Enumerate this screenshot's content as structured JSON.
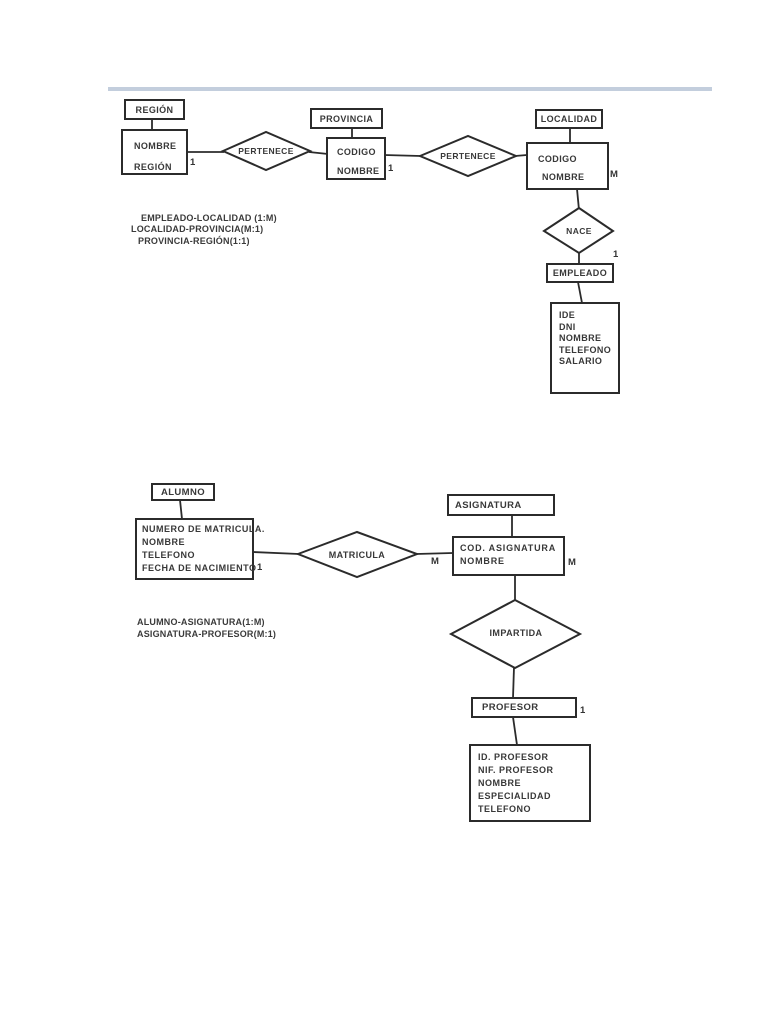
{
  "document": {
    "divider_color": "#c3cedd"
  },
  "diagram1": {
    "entities": {
      "region": {
        "label": "REGIÓN",
        "attributes": [
          "NOMBRE",
          "REGIÓN"
        ]
      },
      "provincia": {
        "label": "PROVINCIA",
        "attributes": [
          "CODIGO",
          "NOMBRE"
        ]
      },
      "localidad": {
        "label": "LOCALIDAD",
        "attributes": [
          "CODIGO",
          "NOMBRE"
        ]
      },
      "empleado": {
        "label": "EMPLEADO",
        "attributes": [
          "IDE",
          "DNI",
          "NOMBRE",
          "TELEFONO",
          "SALARIO"
        ]
      }
    },
    "relationships": {
      "pertenece_region_provincia": "PERTENECE",
      "pertenece_provincia_localidad": "PERTENECE",
      "nace": "NACE"
    },
    "cardinalities": {
      "region": "1",
      "provincia": "1",
      "localidad": "M",
      "empleado": "1"
    },
    "notes": [
      "EMPLEADO-LOCALIDAD (1:M)",
      "LOCALIDAD-PROVINCIA(M:1)",
      "PROVINCIA-REGIÓN(1:1)"
    ]
  },
  "diagram2": {
    "entities": {
      "alumno": {
        "label": "ALUMNO",
        "attributes": [
          "NUMERO DE MATRICULA.",
          "NOMBRE",
          "TELEFONO",
          "FECHA DE NACIMIENTO"
        ]
      },
      "asignatura": {
        "label": "ASIGNATURA",
        "attributes": [
          "COD. ASIGNATURA",
          "NOMBRE"
        ]
      },
      "profesor": {
        "label": "PROFESOR",
        "attributes": [
          "ID. PROFESOR",
          "NIF. PROFESOR",
          "NOMBRE",
          "ESPECIALIDAD",
          "TELEFONO"
        ]
      }
    },
    "relationships": {
      "matricula": "MATRICULA",
      "impartida": "IMPARTIDA"
    },
    "cardinalities": {
      "alumno": "1",
      "matricula_m": "M",
      "asignatura": "M",
      "profesor": "1"
    },
    "notes": [
      "ALUMNO-ASIGNATURA(1:M)",
      "ASIGNATURA-PROFESOR(M:1)"
    ]
  }
}
